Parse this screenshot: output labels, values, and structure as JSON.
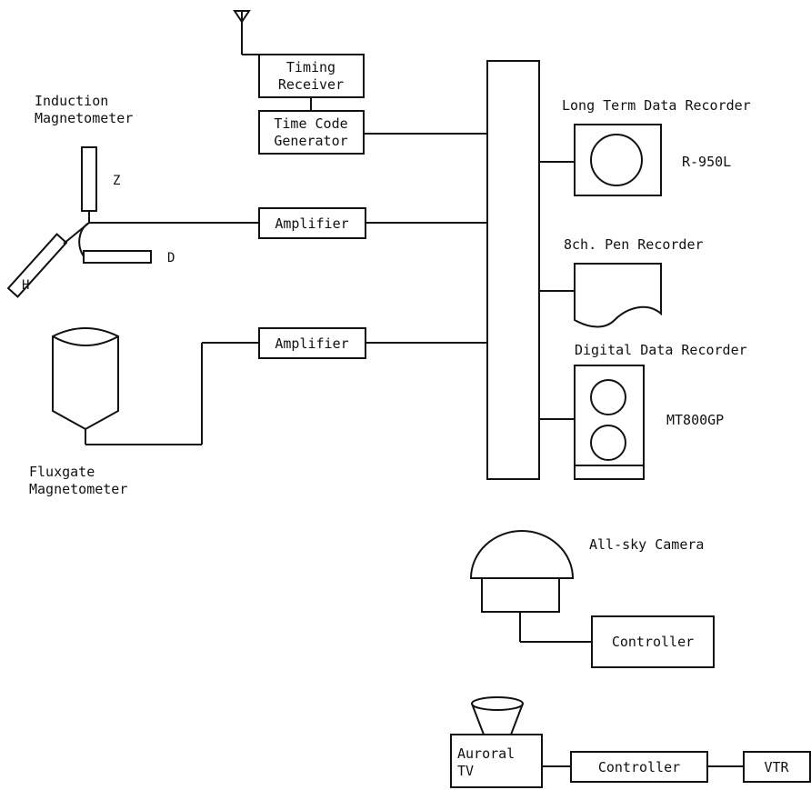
{
  "induction": {
    "label_line1": "Induction",
    "label_line2": "Magnetometer",
    "axis_z": "Z",
    "axis_d": "D",
    "axis_h": "H"
  },
  "fluxgate": {
    "label_line1": "Fluxgate",
    "label_line2": "Magnetometer"
  },
  "timing_receiver": {
    "line1": "Timing",
    "line2": "Receiver"
  },
  "time_code_generator": {
    "line1": "Time Code",
    "line2": "Generator"
  },
  "amplifier_1": "Amplifier",
  "amplifier_2": "Amplifier",
  "long_term_recorder": {
    "title": "Long Term Data Recorder",
    "model": "R-950L"
  },
  "pen_recorder": {
    "title": "8ch. Pen Recorder"
  },
  "digital_recorder": {
    "title": "Digital Data Recorder",
    "model": "MT800GP"
  },
  "allsky": {
    "title": "All-sky Camera",
    "controller": "Controller"
  },
  "auroral_tv": {
    "line1": "Auroral",
    "line2": "TV",
    "controller": "Controller",
    "vtr": "VTR"
  }
}
